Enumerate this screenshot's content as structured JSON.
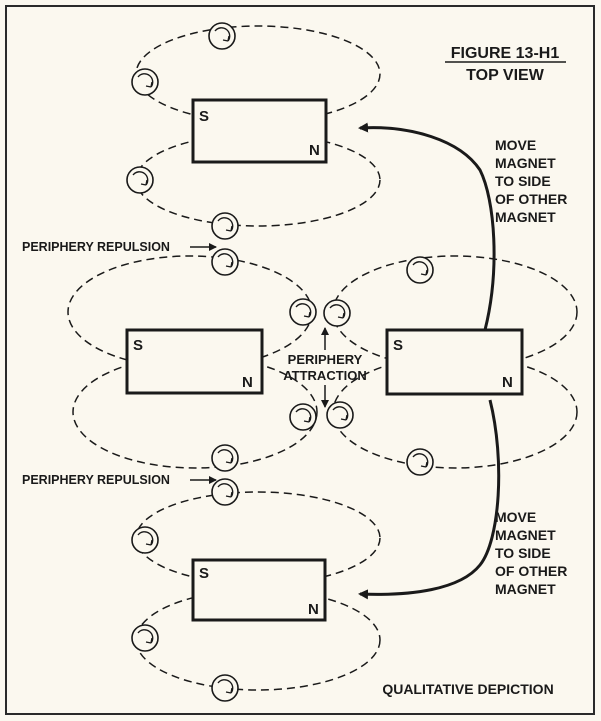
{
  "figure": {
    "title": "FIGURE 13-H1",
    "subtitle": "TOP VIEW",
    "footer": "QUALITATIVE DEPICTION"
  },
  "magnets": [
    {
      "south": "S",
      "north": "N"
    },
    {
      "south": "S",
      "north": "N"
    },
    {
      "south": "S",
      "north": "N"
    },
    {
      "south": "S",
      "north": "N"
    }
  ],
  "labels": {
    "repulsion_top": "PERIPHERY REPULSION",
    "repulsion_bottom": "PERIPHERY REPULSION",
    "attraction_line1": "PERIPHERY",
    "attraction_line2": "ATTRACTION",
    "move_top": [
      "MOVE",
      "MAGNET",
      "TO SIDE",
      "OF OTHER",
      "MAGNET"
    ],
    "move_bottom": [
      "MOVE",
      "MAGNET",
      "TO SIDE",
      "OF OTHER",
      "MAGNET"
    ]
  },
  "colors": {
    "background": "#fbf8ef",
    "ink": "#1a1a1a",
    "border": "#2a2a2a"
  }
}
